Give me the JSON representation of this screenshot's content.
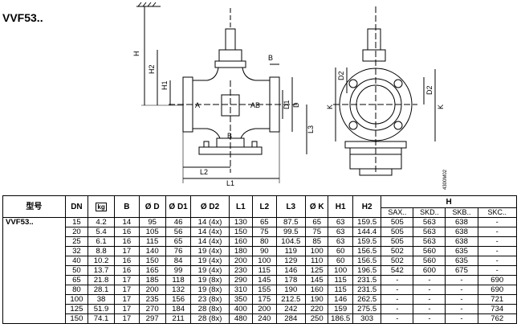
{
  "title": "VVF53..",
  "drawing": {
    "dims": {
      "H": "H",
      "H1": "H1",
      "H2": "H2",
      "L1": "L1",
      "L2": "L2",
      "L3": "L3",
      "D": "D",
      "D1": "D1",
      "D2": "D2",
      "B": "B",
      "K": "K",
      "A": "A",
      "AB": "AB",
      "ref": "4300M02"
    }
  },
  "table": {
    "model_label": "型号",
    "model_value": "VVF53..",
    "headers": [
      "DN",
      "kg",
      "B",
      "Ø D",
      "Ø D1",
      "Ø D2",
      "L1",
      "L2",
      "L3",
      "Ø K",
      "H1",
      "H2",
      "H"
    ],
    "h_subheaders": [
      "SAX..",
      "SKD..",
      "SKB..",
      "SKC.."
    ],
    "rows": [
      [
        "15",
        "4.2",
        "14",
        "95",
        "46",
        "14 (4x)",
        "130",
        "65",
        "87.5",
        "65",
        "63",
        "159.5",
        "505",
        "563",
        "638",
        "-"
      ],
      [
        "20",
        "5.4",
        "16",
        "105",
        "56",
        "14 (4x)",
        "150",
        "75",
        "99.5",
        "75",
        "63",
        "144.4",
        "505",
        "563",
        "638",
        "-"
      ],
      [
        "25",
        "6.1",
        "16",
        "115",
        "65",
        "14 (4x)",
        "160",
        "80",
        "104.5",
        "85",
        "63",
        "159.5",
        "505",
        "563",
        "638",
        "-"
      ],
      [
        "32",
        "8.8",
        "17",
        "140",
        "76",
        "19 (4x)",
        "180",
        "90",
        "119",
        "100",
        "60",
        "156.5",
        "502",
        "560",
        "635",
        "-"
      ],
      [
        "40",
        "10.2",
        "16",
        "150",
        "84",
        "19 (4x)",
        "200",
        "100",
        "129",
        "110",
        "60",
        "156.5",
        "502",
        "560",
        "635",
        "-"
      ],
      [
        "50",
        "13.7",
        "16",
        "165",
        "99",
        "19 (4x)",
        "230",
        "115",
        "146",
        "125",
        "100",
        "196.5",
        "542",
        "600",
        "675",
        "-"
      ],
      [
        "65",
        "21.8",
        "17",
        "185",
        "118",
        "19 (8x)",
        "290",
        "145",
        "178",
        "145",
        "115",
        "231.5",
        "-",
        "-",
        "-",
        "690"
      ],
      [
        "80",
        "28.1",
        "17",
        "200",
        "132",
        "19 (8x)",
        "310",
        "155",
        "190",
        "160",
        "115",
        "231.5",
        "-",
        "-",
        "-",
        "690"
      ],
      [
        "100",
        "38",
        "17",
        "235",
        "156",
        "23 (8x)",
        "350",
        "175",
        "212.5",
        "190",
        "146",
        "262.5",
        "-",
        "-",
        "-",
        "721"
      ],
      [
        "125",
        "51.9",
        "17",
        "270",
        "184",
        "28 (8x)",
        "400",
        "200",
        "242",
        "220",
        "159",
        "275.5",
        "-",
        "-",
        "-",
        "734"
      ],
      [
        "150",
        "74.1",
        "17",
        "297",
        "211",
        "28 (8x)",
        "480",
        "240",
        "284",
        "250",
        "186.5",
        "303",
        "-",
        "-",
        "-",
        "762"
      ]
    ]
  }
}
